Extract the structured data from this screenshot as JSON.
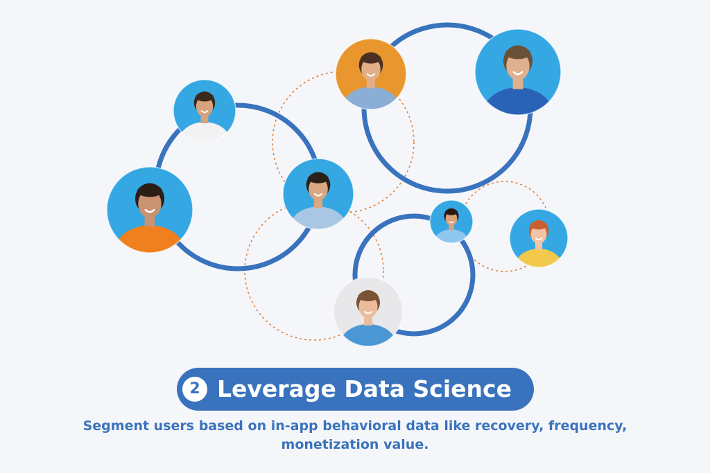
{
  "colors": {
    "background": "#f5f6fa",
    "primary": "#3a73bd",
    "dashed": "#e0823a",
    "photo_blue": "#35a8e3",
    "photo_orange": "#e8962d",
    "photo_gray": "#e8e8ea"
  },
  "step": {
    "number": "2",
    "title": "Leverage Data Science"
  },
  "description": {
    "line1": "Segment users based on in-app behavioral data like recovery, frequency,",
    "line2": "monetization value."
  },
  "people": [
    {
      "name": "man-white-shirt",
      "bg": "photo_blue",
      "shirt": "#f2f2f2",
      "hair": "#3a2a1e",
      "skin": "#d7a27c"
    },
    {
      "name": "man-orange-sweater",
      "bg": "photo_blue",
      "shirt": "#f07f1e",
      "hair": "#2a1e16",
      "skin": "#c99270"
    },
    {
      "name": "man-denim-shirt",
      "bg": "photo_blue",
      "shirt": "#a9c7e3",
      "hair": "#2b2118",
      "skin": "#d9a782"
    },
    {
      "name": "man-blue-shirt-orange-bg",
      "bg": "photo_orange",
      "shirt": "#8aaed6",
      "hair": "#4a3020",
      "skin": "#e2ae88"
    },
    {
      "name": "man-beard-blue-shirt",
      "bg": "photo_blue",
      "shirt": "#2a62b8",
      "hair": "#6b5038",
      "skin": "#deb08e"
    },
    {
      "name": "woman-blue-top",
      "bg": "photo_blue",
      "shirt": "#8fc6ee",
      "hair": "#2a1a12",
      "skin": "#d9a27a"
    },
    {
      "name": "woman-straw-hat",
      "bg": "photo_blue",
      "shirt": "#f2c94c",
      "hair": "#c7602e",
      "skin": "#f0c4a4"
    },
    {
      "name": "woman-blue-sweater",
      "bg": "photo_gray",
      "shirt": "#4b97d4",
      "hair": "#7a5334",
      "skin": "#ebbd9c"
    }
  ]
}
